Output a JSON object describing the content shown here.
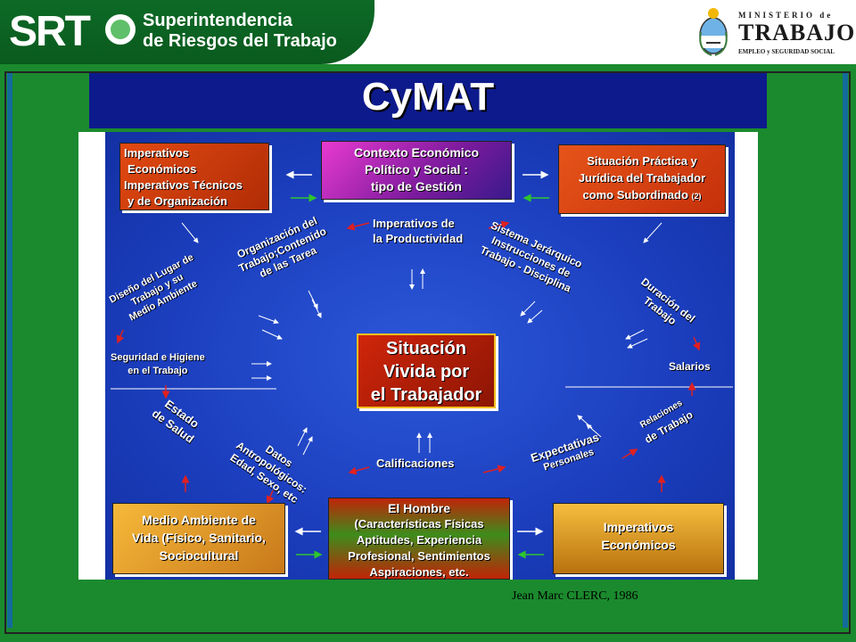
{
  "header": {
    "srt_logo": "SRT",
    "org_line1": "Superintendencia",
    "org_line2": "de Riesgos del Trabajo",
    "ministry_top": "MINISTERIO de",
    "ministry_mid": "TRABAJO",
    "ministry_bot": "EMPLEO y SEGURIDAD SOCIAL"
  },
  "slide": {
    "title": "CyMAT",
    "credit": "Jean Marc CLERC, 1986"
  },
  "boxes": {
    "top_left": [
      "Imperativos",
      "Económicos",
      "Imperativos Técnicos",
      "y de Organización"
    ],
    "top_center": [
      "Contexto Económico",
      "Político y Social :",
      "tipo de Gestión"
    ],
    "top_right": [
      "Situación Práctica y",
      "Jurídica del Trabajador",
      "como Subordinado"
    ],
    "top_right_note": "(2)",
    "center": [
      "Situación",
      "Vivida por",
      "el Trabajador"
    ],
    "bottom_left": [
      "Medio Ambiente de",
      "Vida (Físico, Sanitario,",
      "Sociocultural"
    ],
    "bottom_center": [
      "El Hombre",
      "(Características Físicas",
      "Aptitudes,   Experiencia",
      "Profesional, Sentimientos",
      "Aspiraciones, etc."
    ],
    "bottom_right": [
      "Imperativos",
      "Económicos"
    ]
  },
  "labels": {
    "imperativos_productividad": [
      "Imperativos de",
      "la Productividad"
    ],
    "organizacion": [
      "Organización del",
      "Trabajo;Contenido",
      "de las Tarea"
    ],
    "sistema": [
      "Sistema Jerárquico",
      "Instrucciones de",
      "Trabajo - Disciplina"
    ],
    "diseno": [
      "Diseño del Lugar de",
      "Trabajo y su",
      "Medio Ambiente"
    ],
    "duracion": [
      "Duración del",
      "Trabajo"
    ],
    "seguridad": [
      "Seguridad e Higiene",
      "en el Trabajo"
    ],
    "salarios": "Salarios",
    "estado": [
      "Estado",
      "de Salud"
    ],
    "datos": [
      "Datos",
      "Antropológicos:",
      "Edad, Sexo, etc"
    ],
    "calificaciones": "Calificaciones",
    "expectativas": [
      "Expectativas",
      "Personales"
    ],
    "relaciones": [
      "Relaciones",
      "de Trabajo"
    ]
  },
  "colors": {
    "green": "#1b8a2e",
    "blue": "#1636b4",
    "title_bg": "#0d1a8c",
    "red_arrow": "#e02020",
    "green_arrow": "#2ec52e"
  }
}
